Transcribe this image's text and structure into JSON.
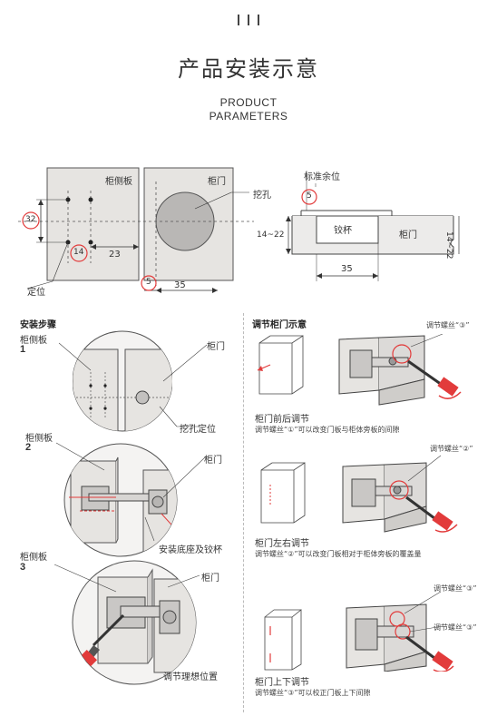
{
  "header": {
    "title": "产品安装示意",
    "subtitle_line1": "PRODUCT",
    "subtitle_line2": "PARAMETERS"
  },
  "diagram_top": {
    "side_panel_label": "柜侧板",
    "door_label": "柜门",
    "cup_hole_label": "挖孔",
    "positioning_label": "定位",
    "dim_32": "32",
    "dim_14": "14",
    "dim_23": "23",
    "dim_5": "5",
    "dim_35": "35",
    "margin_label": "标准余位",
    "margin_5": "5",
    "cup_label": "铰杯",
    "door_label_2": "柜门",
    "thickness_left": "14~22",
    "thickness_right": "14~22",
    "dim_35_b": "35"
  },
  "install": {
    "heading": "安装步骤",
    "step1_num": "1",
    "step1_left": "柜侧板",
    "step1_right": "柜门",
    "step1_caption": "挖孔定位",
    "step2_num": "2",
    "step2_left": "柜侧板",
    "step2_right": "柜门",
    "step2_caption": "安装底座及铰杯",
    "step3_num": "3",
    "step3_left": "柜侧板",
    "step3_right": "柜门",
    "step3_caption": "调节理想位置"
  },
  "adjust": {
    "heading": "调节柜门示意",
    "a1_title": "柜门前后调节",
    "a1_desc": "调节螺丝“①”可以改变门板与柜体旁板的间隙",
    "a1_screw": "调节螺丝“③”",
    "a2_title": "柜门左右调节",
    "a2_desc": "调节螺丝“②”可以改变门板相对于柜体旁板的覆盖量",
    "a2_screw": "调节螺丝“②”",
    "a3_title": "柜门上下调节",
    "a3_desc": "调节螺丝“③”可以校正门板上下间隙",
    "a3_screw_top": "调节螺丝“③”",
    "a3_screw_bottom": "调节螺丝“③”"
  },
  "colors": {
    "accent": "#e23b3b",
    "panel": "#e6e4e1",
    "line": "#444444"
  }
}
